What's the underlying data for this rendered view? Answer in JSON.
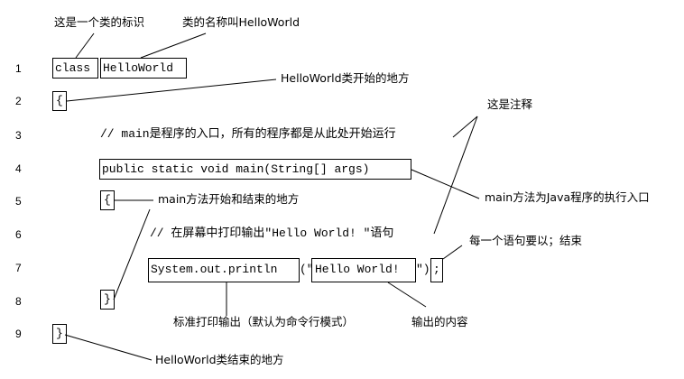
{
  "line_numbers": [
    "1",
    "2",
    "3",
    "4",
    "5",
    "6",
    "7",
    "8",
    "9"
  ],
  "code": {
    "class_keyword": "class",
    "class_name": "HelloWorld",
    "open_brace_class": "{",
    "comment_main": "// main是程序的入口，所有的程序都是从此处开始运行",
    "main_signature": "public static void main(String[] args)",
    "open_brace_main": "{",
    "comment_print": "// 在屏幕中打印输出\"Hello World! \"语句",
    "println_call": "System.out.println",
    "paren_quote_open": "(\"",
    "hello_string": "Hello World!",
    "quote_paren_close": "\")",
    "semicolon": ";",
    "close_brace_main": "}",
    "close_brace_class": "}"
  },
  "annotations": {
    "class_identifier": "这是一个类的标识",
    "class_name": "类的名称叫HelloWorld",
    "class_start": "HelloWorld类开始的地方",
    "comment_note": "这是注释",
    "main_entry": "main方法为Java程序的执行入口",
    "main_start_end": "main方法开始和结束的地方",
    "statement_end": "每一个语句要以；结束",
    "standard_output": "标准打印输出（默认为命令行模式）",
    "output_content": "输出的内容",
    "class_end": "HelloWorld类结束的地方"
  }
}
